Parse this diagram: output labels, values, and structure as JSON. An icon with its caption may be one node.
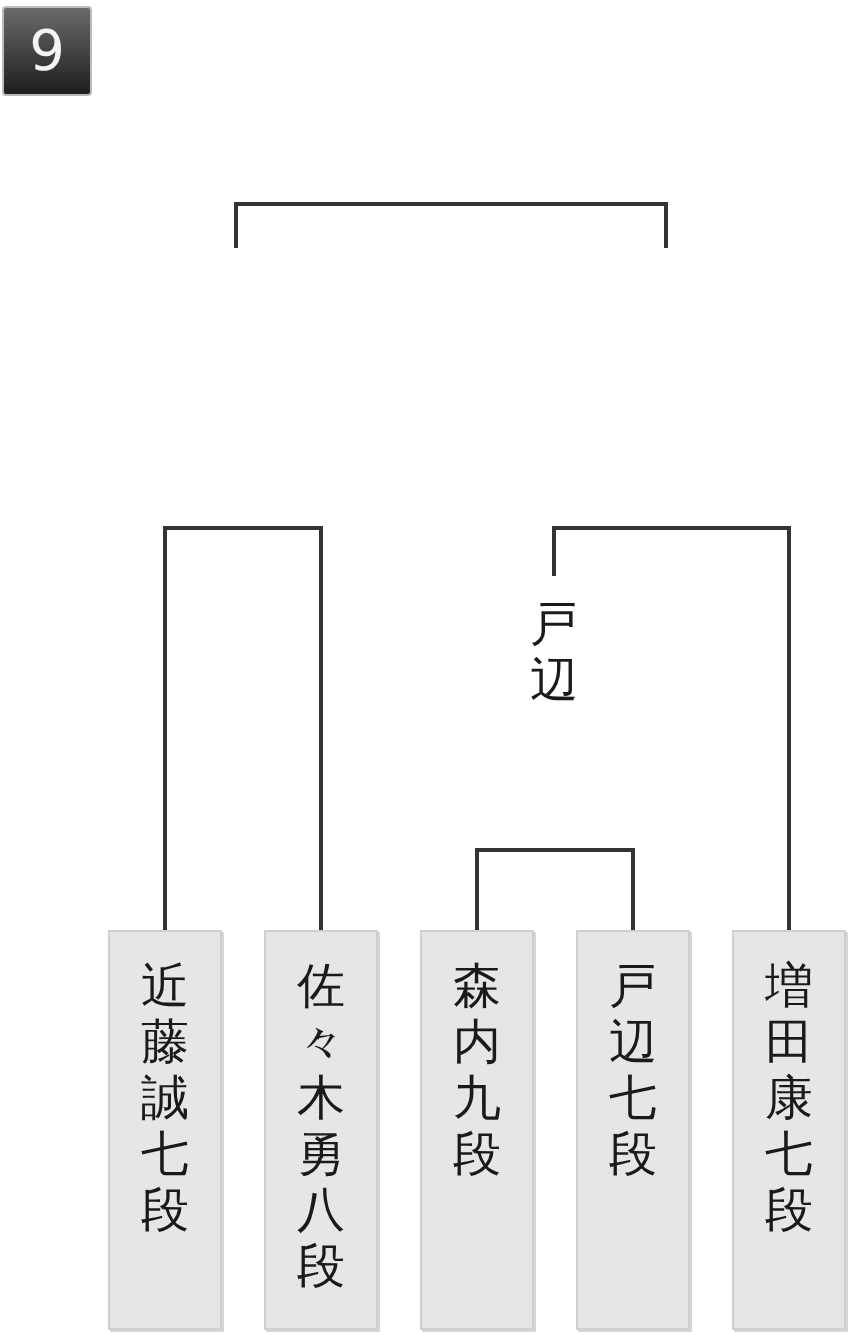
{
  "diagram": {
    "nodes": [
      {
        "text": [
          "戸辺"
        ]
      },
      {
        "text": [
          "近藤誠七段"
        ]
      },
      {
        "text": [
          "佐々木勇八段"
        ]
      },
      {
        "text": [
          "森内九段"
        ]
      },
      {
        "text": [
          "戸辺七段"
        ]
      },
      {
        "text": [
          "増田康七段"
        ]
      }
    ],
    "edges": [
      {
        "from": 1,
        "to": 2,
        "arrow": "none"
      },
      {
        "from": 3,
        "to": 4,
        "arrow": "none"
      },
      {
        "from": 5,
        "to": 0,
        "arrow": "none"
      }
    ],
    "labels": [
      "9"
    ]
  }
}
